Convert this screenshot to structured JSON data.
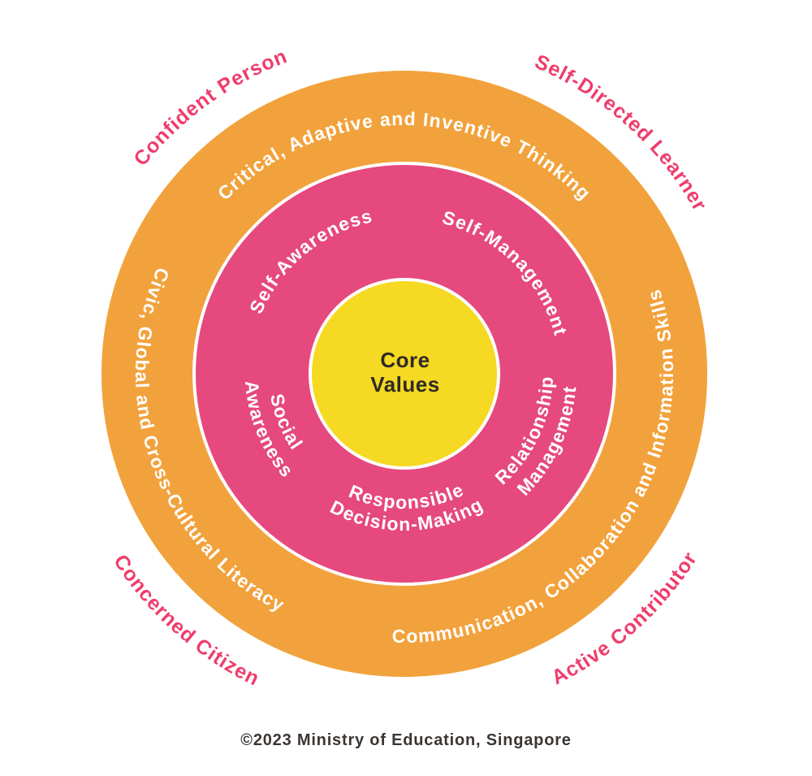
{
  "diagram": {
    "center": {
      "line1": "Core",
      "line2": "Values"
    },
    "inner_ring": {
      "self_awareness": "Self-Awareness",
      "self_management": "Self-Management",
      "social_line1": "Social",
      "social_line2": "Awareness",
      "relationship_line1": "Relationship",
      "relationship_line2": "Management",
      "responsible_line1": "Responsible",
      "responsible_line2": "Decision-Making"
    },
    "outer_ring": {
      "top": "Critical, Adaptive and Inventive Thinking",
      "left": "Civic, Global and Cross-Cultural Literacy",
      "bottom_right": "Communication, Collaboration and Information Skills"
    },
    "corners": {
      "top_left": "Confident Person",
      "top_right": "Self-Directed Learner",
      "bottom_left": "Concerned Citizen",
      "bottom_right": "Active Contributor"
    },
    "footer": "©2023 Ministry of Education, Singapore",
    "colors": {
      "orange_ring": "#F2A23C",
      "pink_ring": "#E5497E",
      "yellow_core": "#F5D922",
      "ring_text": "#FFFFFF",
      "corner_text": "#EE3D6C",
      "center_text": "#2E2A26",
      "footer_text": "#3B3633",
      "circle_border": "#FFFFFF"
    }
  }
}
